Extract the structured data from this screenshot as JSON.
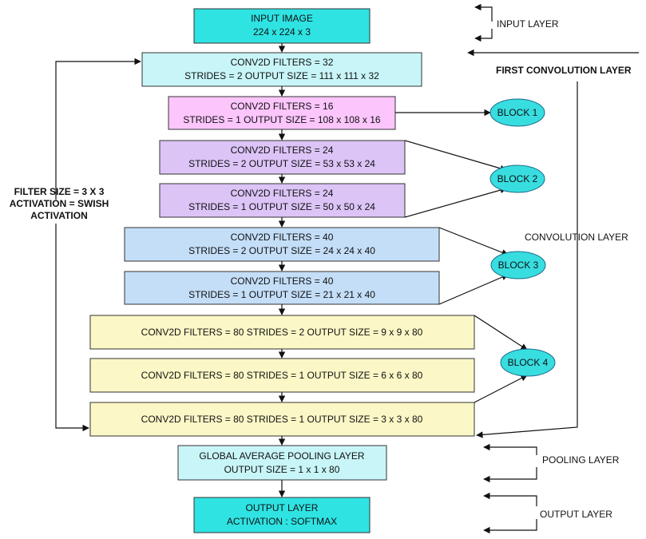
{
  "colors": {
    "input": "#2fe3e3",
    "first_conv": "#c8f5f8",
    "block1": "#fcc5fc",
    "block2": "#dcc4f7",
    "block3": "#c4def8",
    "block4": "#fbf7c6",
    "pooling": "#c8f5f8",
    "output": "#2fe3e3",
    "ellipse": "#38dde0"
  },
  "boxes": {
    "input": {
      "line1": "INPUT IMAGE",
      "line2": "224 x 224 x 3"
    },
    "conv1": {
      "line1": "CONV2D  FILTERS = 32",
      "line2": "STRIDES = 2 OUTPUT SIZE = 111 x 111 x 32"
    },
    "conv2": {
      "line1": "CONV2D  FILTERS = 16",
      "line2": "STRIDES = 1 OUTPUT SIZE = 108 x 108 x 16"
    },
    "conv3": {
      "line1": "CONV2D  FILTERS = 24",
      "line2": "STRIDES = 2 OUTPUT SIZE = 53 x 53 x 24"
    },
    "conv4": {
      "line1": "CONV2D  FILTERS = 24",
      "line2": "STRIDES = 1 OUTPUT SIZE = 50 x 50 x 24"
    },
    "conv5": {
      "line1": "CONV2D  FILTERS = 40",
      "line2": "STRIDES = 2 OUTPUT SIZE = 24 x 24 x 40"
    },
    "conv6": {
      "line1": "CONV2D  FILTERS = 40",
      "line2": "STRIDES = 1 OUTPUT SIZE = 21 x 21 x 40"
    },
    "conv7": {
      "line1": "CONV2D  FILTERS = 80   STRIDES = 2    OUTPUT SIZE = 9 x 9 x 80"
    },
    "conv8": {
      "line1": "CONV2D   FILTERS = 80   STRIDES = 1     OUTPUT SIZE = 6 x 6 x 80"
    },
    "conv9": {
      "line1": "CONV2D   FILTERS = 80  STRIDES = 1     OUTPUT SIZE = 3 x 3 x 80"
    },
    "pool": {
      "line1": "GLOBAL AVERAGE POOLING LAYER",
      "line2": "OUTPUT SIZE  = 1 x  1 x 80"
    },
    "output": {
      "line1": "OUTPUT LAYER",
      "line2": "ACTIVATION : SOFTMAX"
    }
  },
  "blocks": {
    "b1": "BLOCK 1",
    "b2": "BLOCK 2",
    "b3": "BLOCK 3",
    "b4": "BLOCK 4"
  },
  "side_labels": {
    "input_layer": "INPUT LAYER",
    "first_conv_layer": "FIRST CONVOLUTION LAYER",
    "conv_layer": "CONVOLUTION  LAYER",
    "pooling_layer": "POOLING LAYER",
    "output_layer": "OUTPUT LAYER"
  },
  "left_note": {
    "line1": "FILTER SIZE = 3 X 3",
    "line2": "ACTIVATION = SWISH",
    "line3": "ACTIVATION"
  }
}
